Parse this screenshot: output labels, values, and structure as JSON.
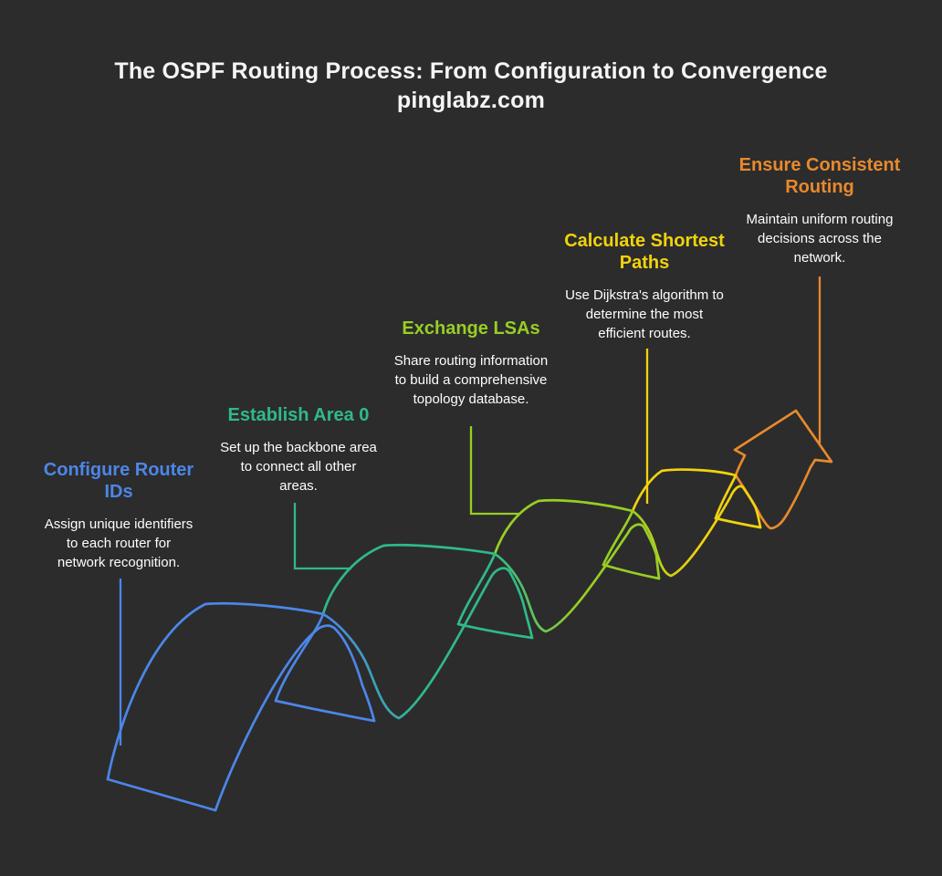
{
  "title": {
    "line1": "The OSPF Routing Process: From Configuration to Convergence",
    "line2": "pinglabz.com"
  },
  "background_color": "#2c2c2c",
  "title_color": "#f5f5f5",
  "description_color": "#fdfdfd",
  "steps": [
    {
      "heading": "Configure Router IDs",
      "description": "Assign unique identifiers to each router for network recognition.",
      "color": "#4c86e9"
    },
    {
      "heading": "Establish Area 0",
      "description": "Set up the backbone area to connect all other areas.",
      "color": "#2fba88"
    },
    {
      "heading": "Exchange LSAs",
      "description": "Share routing information to build a comprehensive topology database.",
      "color": "#97ce25"
    },
    {
      "heading": "Calculate Shortest Paths",
      "description": "Use Dijkstra's algorithm to determine the most efficient routes.",
      "color": "#f1d30d"
    },
    {
      "heading": "Ensure Consistent Routing",
      "description": "Maintain uniform routing decisions across the network.",
      "color": "#e8892d"
    }
  ]
}
